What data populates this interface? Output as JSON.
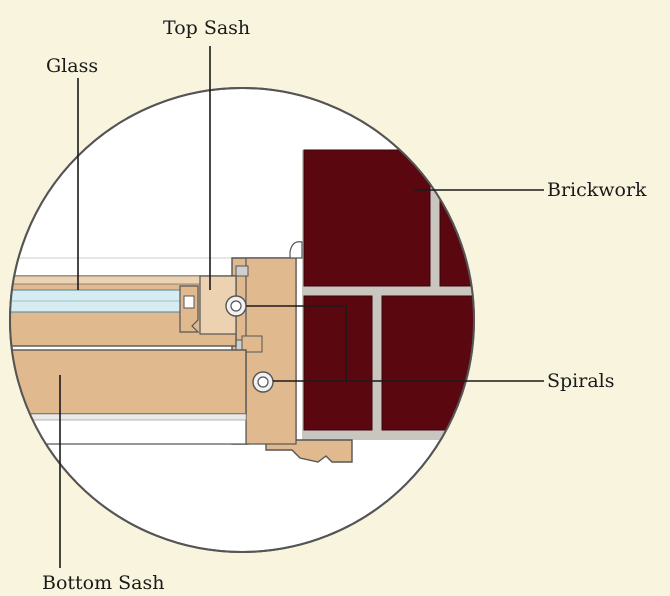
{
  "diagram": {
    "labels": {
      "top_sash": "Top Sash",
      "glass": "Glass",
      "brickwork": "Brickwork",
      "spirals": "Spirals",
      "bottom_sash": "Bottom Sash"
    },
    "colors": {
      "background": "#f8f4dd",
      "circle_fill": "#ffffff",
      "brick": "#5a0710",
      "mortar": "#c9c5bf",
      "wood": "#e0b98f",
      "wood_light": "#ecd2b0",
      "glass": "#d4ecf2",
      "outline": "#555555"
    }
  }
}
